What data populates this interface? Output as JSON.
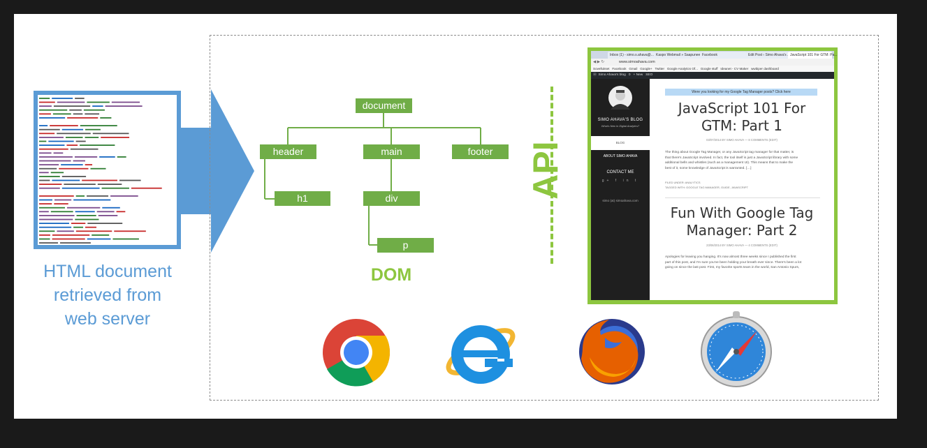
{
  "caption": {
    "line1": "HTML document",
    "line2": "retrieved from",
    "line3": "web server"
  },
  "dom": {
    "label": "DOM",
    "nodes": {
      "document": "document",
      "header": "header",
      "main": "main",
      "footer": "footer",
      "h1": "h1",
      "div": "div",
      "p": "p"
    }
  },
  "api": {
    "label": "API"
  },
  "browser": {
    "tabs": [
      "Inbox (1) - simo.s.ahava@...",
      "Kaspo Webmail » Saapuneet...",
      "Facebook",
      "Edit Post ‹ Simo Ahava's ...",
      "JavaScript 101 For GTM: Pa..."
    ],
    "url": "www.simoahava.com",
    "bookmarks": [
      "Sovellukset",
      "Facebook",
      "Gmail",
      "Google+",
      "Twitter",
      "Google Analytics Of...",
      "Google stuff",
      "Ideanet - CV Maker",
      "wwbiper dashboard"
    ],
    "wp_bar": [
      "Simo Ahava's blog",
      "0",
      "+ New",
      "SEO"
    ],
    "sidebar": {
      "title": "SIMO AHAVA'S BLOG",
      "subtitle": "What's New In Digital Analytics?",
      "blog": "BLOG",
      "about": "ABOUT SIMO AHAVA",
      "contact": "CONTACT ME",
      "email": "simo (at) simoahava.com"
    },
    "notice": "Were you looking for my Google Tag Manager posts? Click here",
    "posts": [
      {
        "title_line1": "JavaScript 101 For",
        "title_line2": "GTM: Part 1",
        "meta": "03/07/2014 BY SIMO AHAVA  —  8 COMMENTS (EDIT)",
        "para1": "The thing about Google Tag Manager, or any JavaScript tag manager for that matter, is",
        "para2": "that there's JavaScript involved. In fact, the tool itself is just a JavaScript library with some",
        "para3": "additional bells and whistles (such as a management UI). This means that to make the",
        "para4": "best of it, some knowledge of JavaScript is warranted. […]",
        "filed": "FILED UNDER: ANALYTICS",
        "tagged": "TAGGED WITH: GOOGLE TAG MANAGER, GUIDE, JAVASCRIPT"
      },
      {
        "title_line1": "Fun With Google Tag",
        "title_line2": "Manager: Part 2",
        "meta": "23/06/2014 BY SIMO AHAVA  —  4 COMMENTS (EDIT)",
        "para1": "Apologies for leaving you hanging. It's now almost three weeks since I published the first",
        "para2": "part of this post, and I'm sure you've been holding your breath ever since. There's been a lot",
        "para3": "going on since the last post. First, my favorite sports team in the world, San Antonio Spurs,"
      }
    ]
  },
  "icons": [
    "chrome-icon",
    "internet-explorer-icon",
    "firefox-icon",
    "safari-icon"
  ],
  "colors": {
    "blue": "#5b9bd5",
    "green": "#70ad47",
    "lime": "#8dc63f"
  }
}
